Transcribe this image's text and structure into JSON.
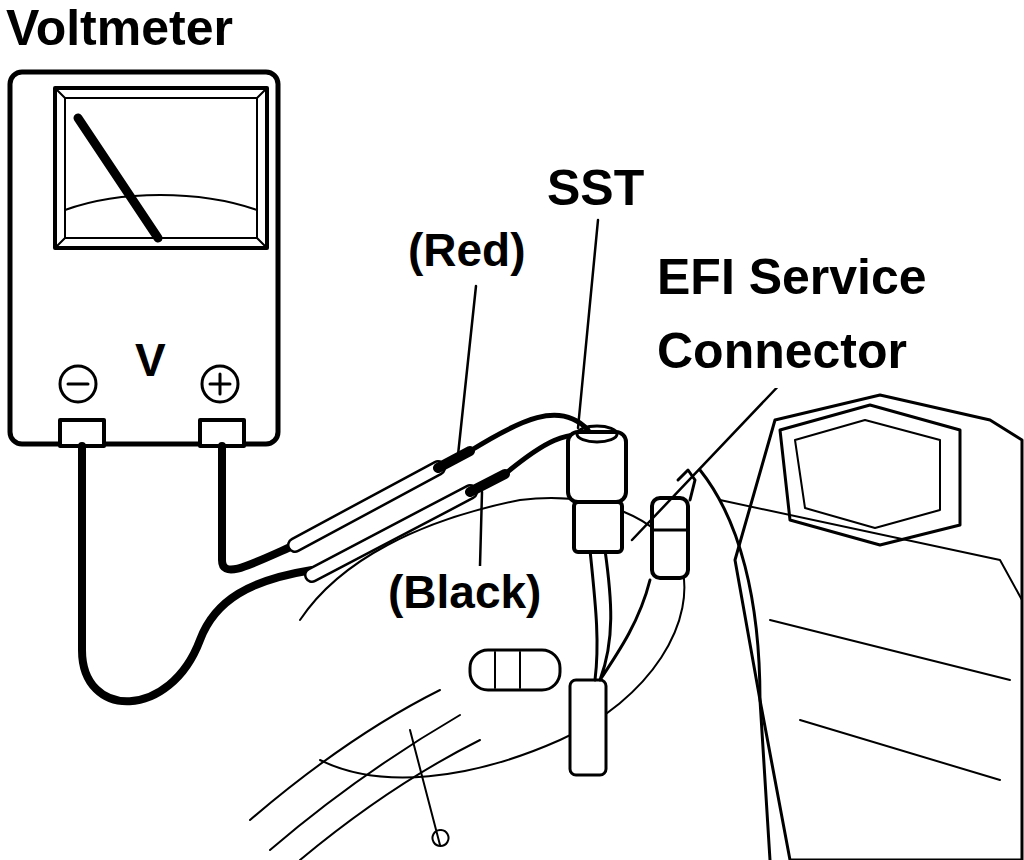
{
  "diagram": {
    "labels": [
      "Voltmeter",
      "V",
      "(Red)",
      "SST",
      "EFI Service Connector",
      "(Black)"
    ]
  }
}
